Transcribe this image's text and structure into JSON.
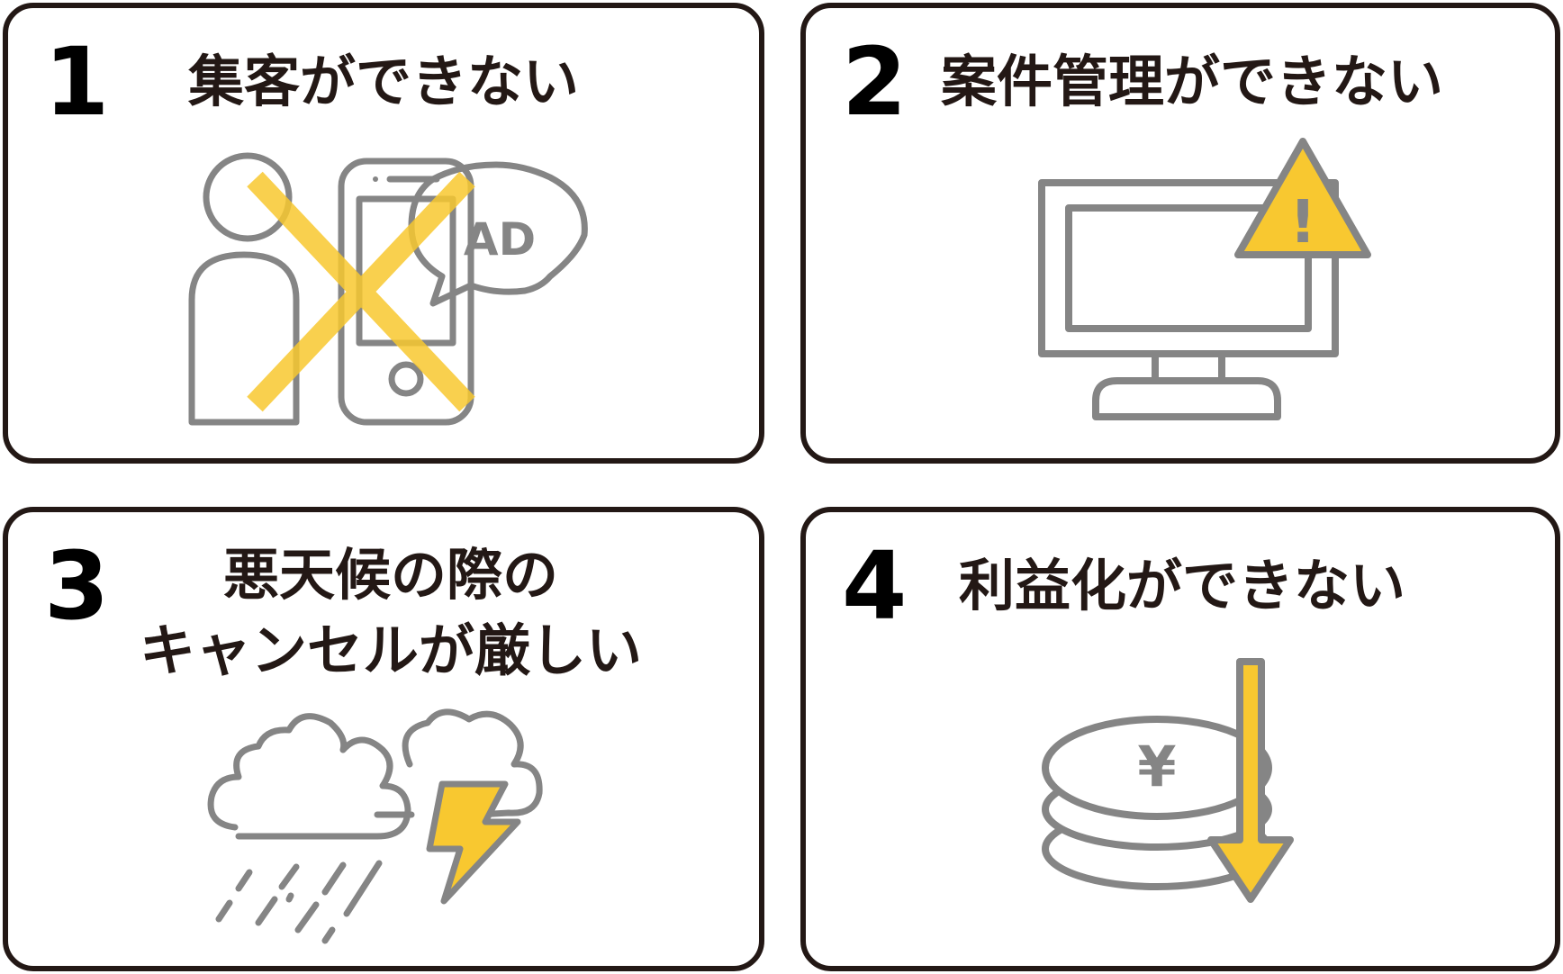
{
  "colors": {
    "border": "#231815",
    "icon_gray": "#858585",
    "accent_yellow": "#f8c830",
    "text": "#231815"
  },
  "cards": [
    {
      "number": "1",
      "title_lines": [
        "集客ができない"
      ],
      "icon": "person-smartphone-ad-crossed-icon",
      "icon_text": "AD"
    },
    {
      "number": "2",
      "title_lines": [
        "案件管理ができない"
      ],
      "icon": "monitor-warning-icon",
      "icon_text": "!"
    },
    {
      "number": "3",
      "title_lines": [
        "悪天候の際の",
        "キャンセルが厳しい"
      ],
      "icon": "storm-cloud-rain-lightning-icon"
    },
    {
      "number": "4",
      "title_lines": [
        "利益化ができない"
      ],
      "icon": "yen-coins-down-arrow-icon",
      "icon_text": "¥"
    }
  ]
}
